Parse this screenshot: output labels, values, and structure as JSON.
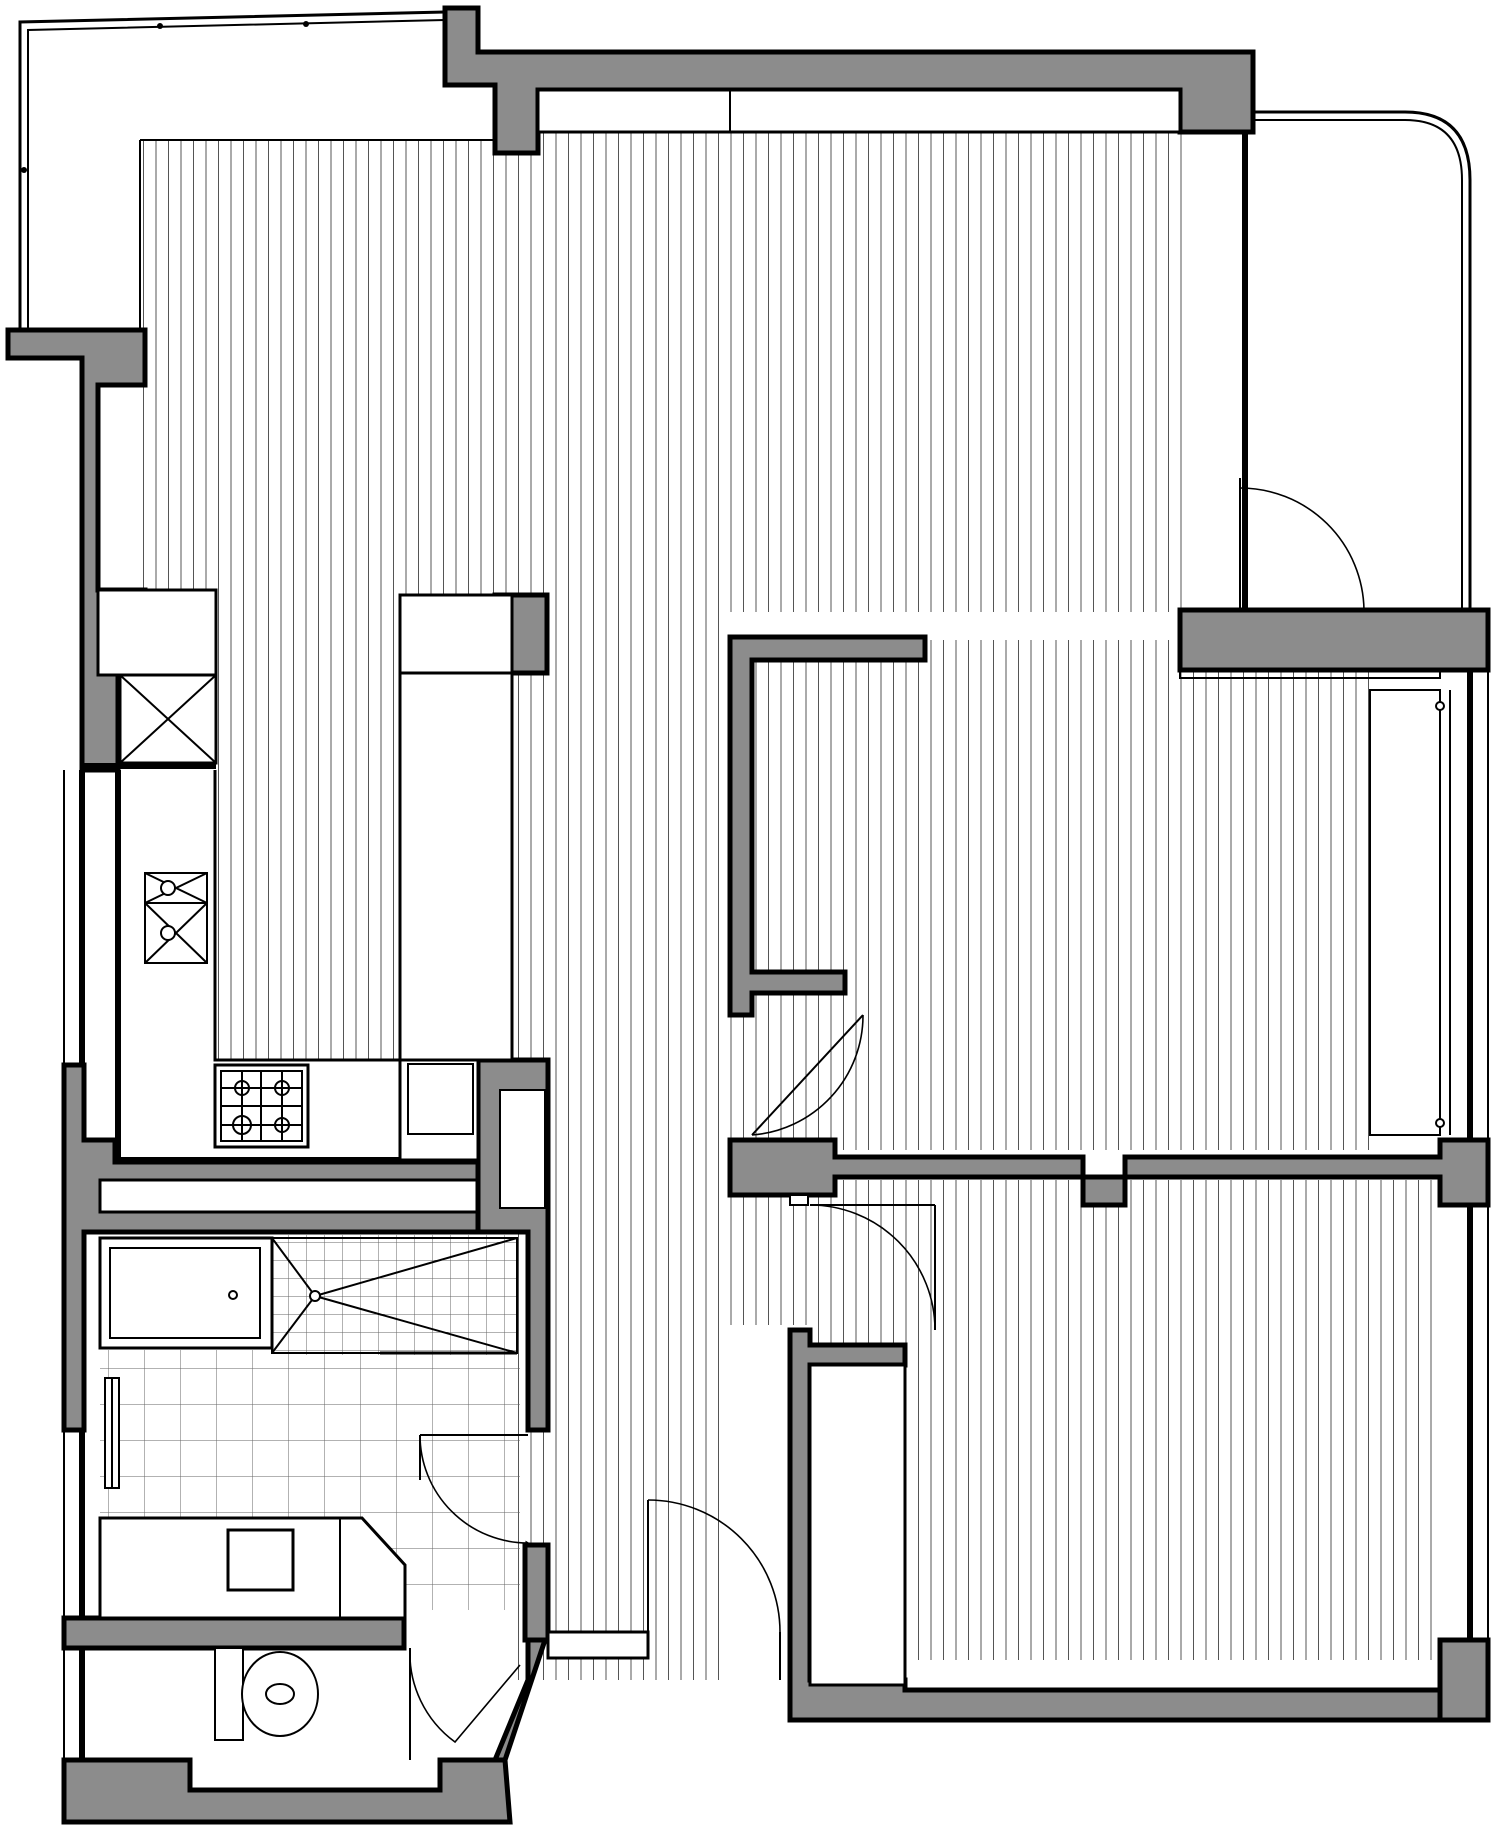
{
  "plan": {
    "colors": {
      "wall_fill": "#8c8c8c",
      "line": "#000000",
      "floor_hatch": "#555555",
      "background": "#ffffff"
    },
    "rooms": [
      {
        "id": "living-kitchen",
        "floor": "wood-plank"
      },
      {
        "id": "bedroom-1",
        "floor": "wood-plank"
      },
      {
        "id": "bedroom-2",
        "floor": "wood-plank"
      },
      {
        "id": "hallway",
        "floor": "wood-plank"
      },
      {
        "id": "bathroom",
        "floor": "tile"
      },
      {
        "id": "toilet-room",
        "floor": "plain"
      },
      {
        "id": "balcony-left",
        "floor": "plain"
      },
      {
        "id": "balcony-right",
        "floor": "plain"
      }
    ],
    "fixtures": [
      "kitchen-counter",
      "sink",
      "cooktop",
      "oven",
      "wardrobe",
      "bathtub",
      "shower",
      "washbasin",
      "toilet",
      "radiator"
    ],
    "doors": 6
  }
}
